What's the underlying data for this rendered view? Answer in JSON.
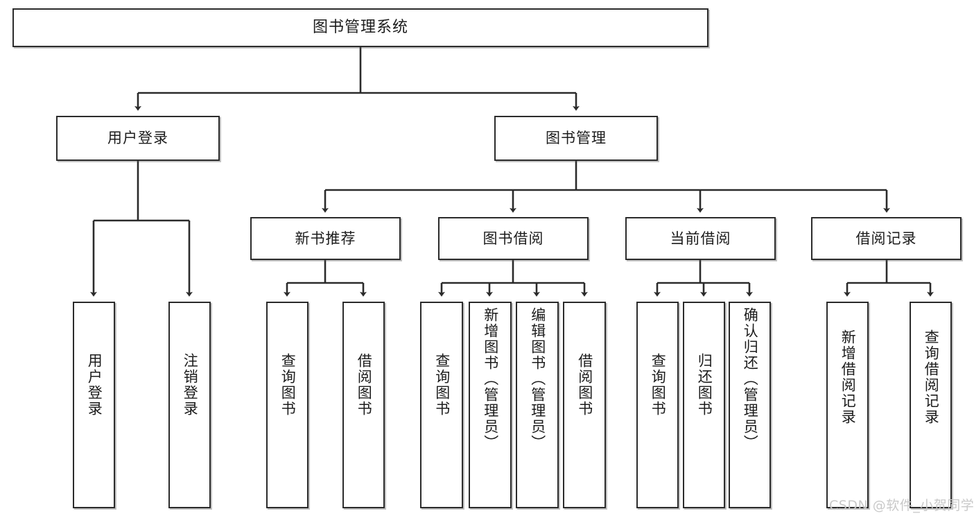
{
  "diagram": {
    "title": "图书管理系统",
    "type": "tree-hierarchy-chart",
    "watermark": "CSDN @软件_小贺同学",
    "colors": {
      "box_border": "#2b2b2b",
      "box_fill": "#ffffff",
      "connector": "#2b2b2b",
      "text": "#1c1c1c",
      "watermark": "#c9c9c9",
      "background": "#ffffff"
    },
    "nodes": {
      "root": {
        "label": "图书管理系统"
      },
      "level2": [
        {
          "id": "user-login",
          "label": "用户登录"
        },
        {
          "id": "book-manage",
          "label": "图书管理"
        }
      ],
      "level3": [
        {
          "id": "new-book-rec",
          "label": "新书推荐"
        },
        {
          "id": "book-borrow",
          "label": "图书借阅"
        },
        {
          "id": "current-borrow",
          "label": "当前借阅"
        },
        {
          "id": "borrow-record",
          "label": "借阅记录"
        }
      ],
      "leaves": [
        {
          "id": "leaf-user-login",
          "label": "用户登录",
          "parent": "user-login"
        },
        {
          "id": "leaf-logout",
          "label": "注销登录",
          "parent": "user-login"
        },
        {
          "id": "leaf-query-book-1",
          "label": "查询图书",
          "parent": "new-book-rec"
        },
        {
          "id": "leaf-borrow-book-1",
          "label": "借阅图书",
          "parent": "new-book-rec"
        },
        {
          "id": "leaf-query-book-2",
          "label": "查询图书",
          "parent": "book-borrow"
        },
        {
          "id": "leaf-add-book",
          "label": "新增图书（管理员）",
          "parent": "book-borrow"
        },
        {
          "id": "leaf-edit-book",
          "label": "编辑图书（管理员）",
          "parent": "book-borrow"
        },
        {
          "id": "leaf-borrow-book-2",
          "label": "借阅图书",
          "parent": "book-borrow"
        },
        {
          "id": "leaf-query-book-3",
          "label": "查询图书",
          "parent": "current-borrow"
        },
        {
          "id": "leaf-return-book",
          "label": "归还图书",
          "parent": "current-borrow"
        },
        {
          "id": "leaf-confirm-return",
          "label": "确认归还（管理员）",
          "parent": "current-borrow"
        },
        {
          "id": "leaf-add-record",
          "label": "新增借阅记录",
          "parent": "borrow-record"
        },
        {
          "id": "leaf-query-record",
          "label": "查询借阅记录",
          "parent": "borrow-record"
        }
      ]
    }
  }
}
